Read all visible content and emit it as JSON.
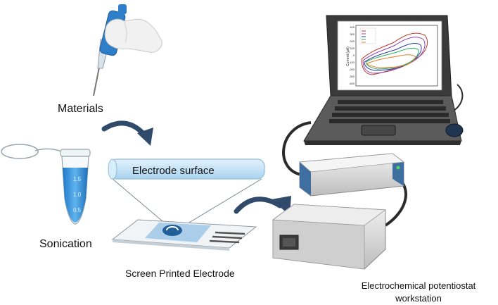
{
  "labels": {
    "materials": "Materials",
    "sonication": "Sonication",
    "electrode_surface": "Electrode surface",
    "screen_printed_electrode": "Screen Printed Electrode",
    "workstation_line1": "Electrochemical potentiostat",
    "workstation_line2": "workstation"
  },
  "tube_marks": [
    "1.5",
    "1.0",
    "0.5"
  ],
  "plot": {
    "ylabel": "Current (μA)",
    "yticks": [
      "400",
      "300",
      "200",
      "100",
      "0",
      "-100",
      "-200",
      "-300",
      "-400"
    ]
  },
  "colors": {
    "arrow": "#2f4a6b",
    "pipette_blue": "#2f7ec9",
    "tube_liquid": "#2f8fde",
    "surface_panel": "#bfe0f7",
    "device_blue": "#3f6fa0",
    "device_grey": "#dadada"
  }
}
